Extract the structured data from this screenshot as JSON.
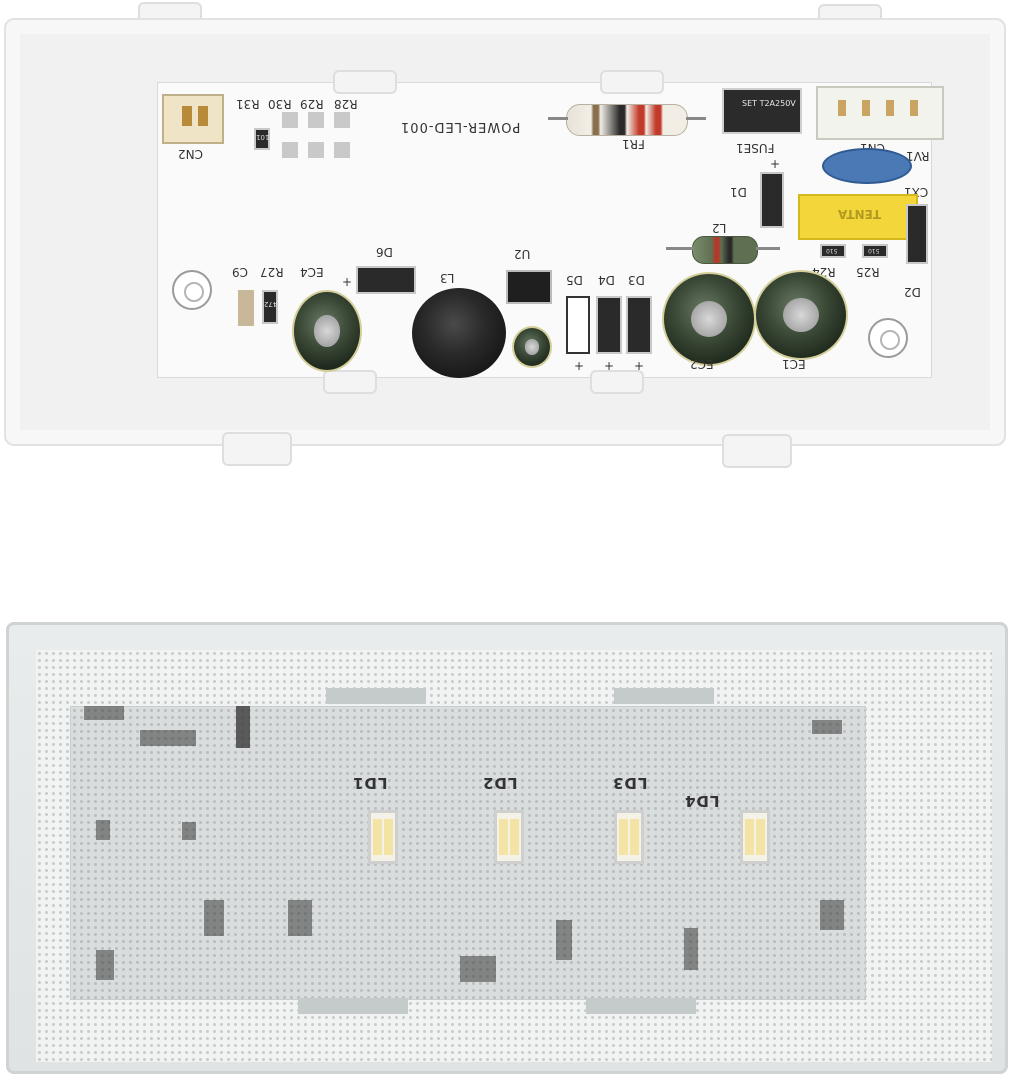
{
  "pcb": {
    "board_label": "POWER-LED-001",
    "labels": {
      "cn2": "CN2",
      "r31": "R31",
      "r30": "R30",
      "r29": "R29",
      "r28": "R28",
      "r27": "R27",
      "c9": "C9",
      "ec4": "EC4",
      "d6": "D6",
      "l3": "L3",
      "u2": "U2",
      "d5": "D5",
      "d4": "D4",
      "d3": "D3",
      "fr1": "FR1",
      "fuse1": "FUSE1",
      "fuse_marking": "SET T2A250V",
      "cn1": "CN1",
      "rv1": "RV1",
      "cx1": "CX1",
      "d1": "D1",
      "l2": "L2",
      "r24": "R24",
      "r25": "R25",
      "d2": "D2",
      "ec2": "EC2",
      "ec1": "EC1",
      "r_code_101": "101",
      "r_code_472": "472",
      "r_code_510a": "510",
      "r_code_510b": "510",
      "cap_brand": "TENTA"
    }
  },
  "led_board": {
    "led_labels": [
      "LD1",
      "LD2",
      "LD3",
      "LD4"
    ]
  }
}
